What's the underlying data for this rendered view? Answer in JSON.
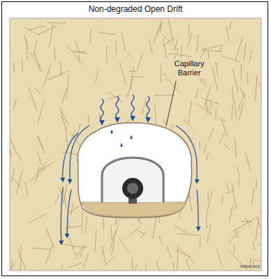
{
  "diagram": {
    "title": "Non-degraded Open Drift",
    "labels": [
      "Capillary Barrier",
      "NW06-003"
    ]
  }
}
